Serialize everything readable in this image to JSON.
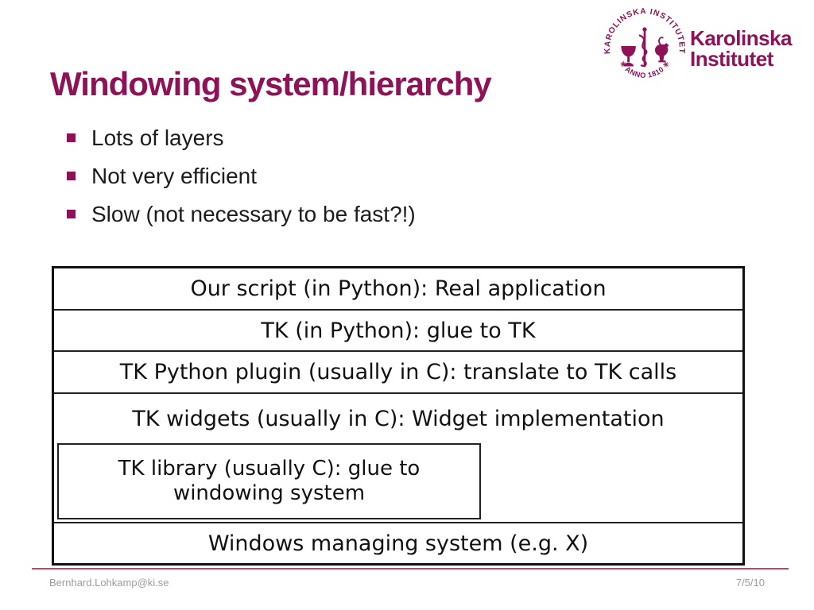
{
  "colors": {
    "brand": "#8d1258",
    "table_border": "#111111",
    "footer_line": "#b04a73",
    "footer_text": "#9b9b9b",
    "body_text": "#1c1c1c"
  },
  "logo": {
    "seal_text_top": "KAROLINSKA INSTITUTET",
    "seal_text_bottom": "✳ ANNO 1810 ✳",
    "wordmark_line1": "Karolinska",
    "wordmark_line2": "Institutet"
  },
  "title": "Windowing system/hierarchy",
  "bullets": [
    "Lots of layers",
    "Not very efficient",
    "Slow (not necessary to be fast?!)"
  ],
  "table": {
    "rows": [
      {
        "text": "Our script (in Python): Real application"
      },
      {
        "text": "TK (in Python): glue to TK"
      },
      {
        "text": "TK Python plugin (usually in C): translate to TK calls"
      },
      {
        "text": "TK widgets (usually in C): Widget implementation"
      },
      {
        "lines": [
          "TK library (usually C): glue to",
          "windowing system"
        ]
      },
      {
        "text": "Windows managing system (e.g. X)"
      }
    ]
  },
  "footer": {
    "email": "Bernhard.Lohkamp@ki.se",
    "date": "7/5/10"
  }
}
